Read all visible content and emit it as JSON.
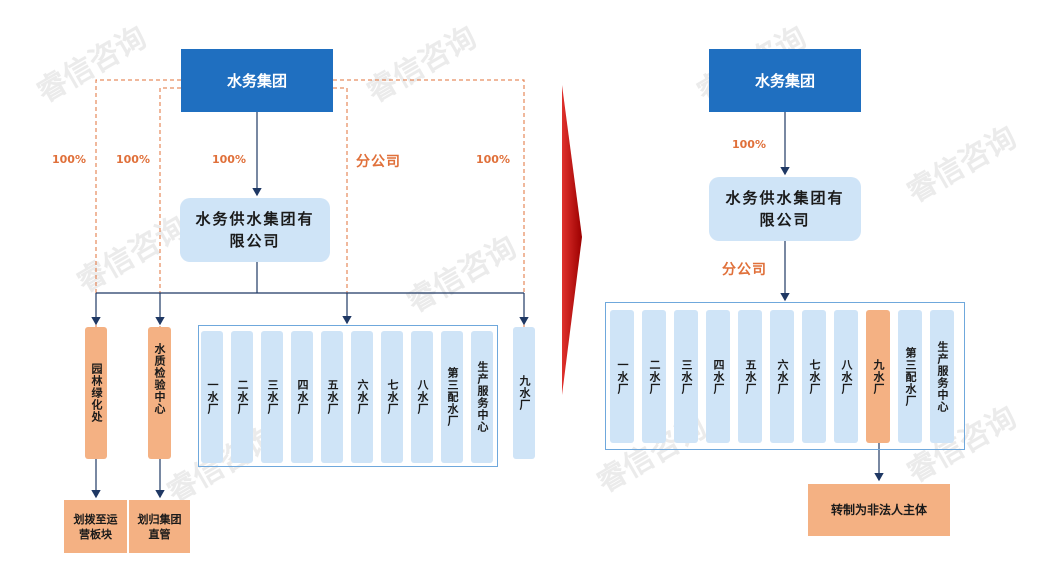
{
  "watermark": "睿信咨询",
  "left": {
    "group": "水务集团",
    "company": "水务供水集团有限公司",
    "pct_labels": [
      "100%",
      "100%",
      "100%",
      "100%"
    ],
    "branch_label": "分公司",
    "yuanlin": "园林绿化处",
    "shuizhi": "水质检验中心",
    "plants": [
      "一水厂",
      "二水厂",
      "三水厂",
      "四水厂",
      "五水厂",
      "六水厂",
      "七水厂",
      "八水厂",
      "第三配水厂",
      "生产服务中心"
    ],
    "nine": "九水厂",
    "out1": "划拨至运营板块",
    "out2": "划归集团直管"
  },
  "right": {
    "group": "水务集团",
    "pct": "100%",
    "company": "水务供水集团有限公司",
    "branch_label": "分公司",
    "plants": [
      "一水厂",
      "二水厂",
      "三水厂",
      "四水厂",
      "五水厂",
      "六水厂",
      "七水厂",
      "八水厂",
      "九水厂",
      "第三配水厂",
      "生产服务中心"
    ],
    "result": "转制为非法人主体"
  },
  "colors": {
    "dark_blue": "#1f6fc0",
    "light_blue": "#cfe4f7",
    "orange": "#f4b183",
    "arrow_red": "#c00000"
  }
}
